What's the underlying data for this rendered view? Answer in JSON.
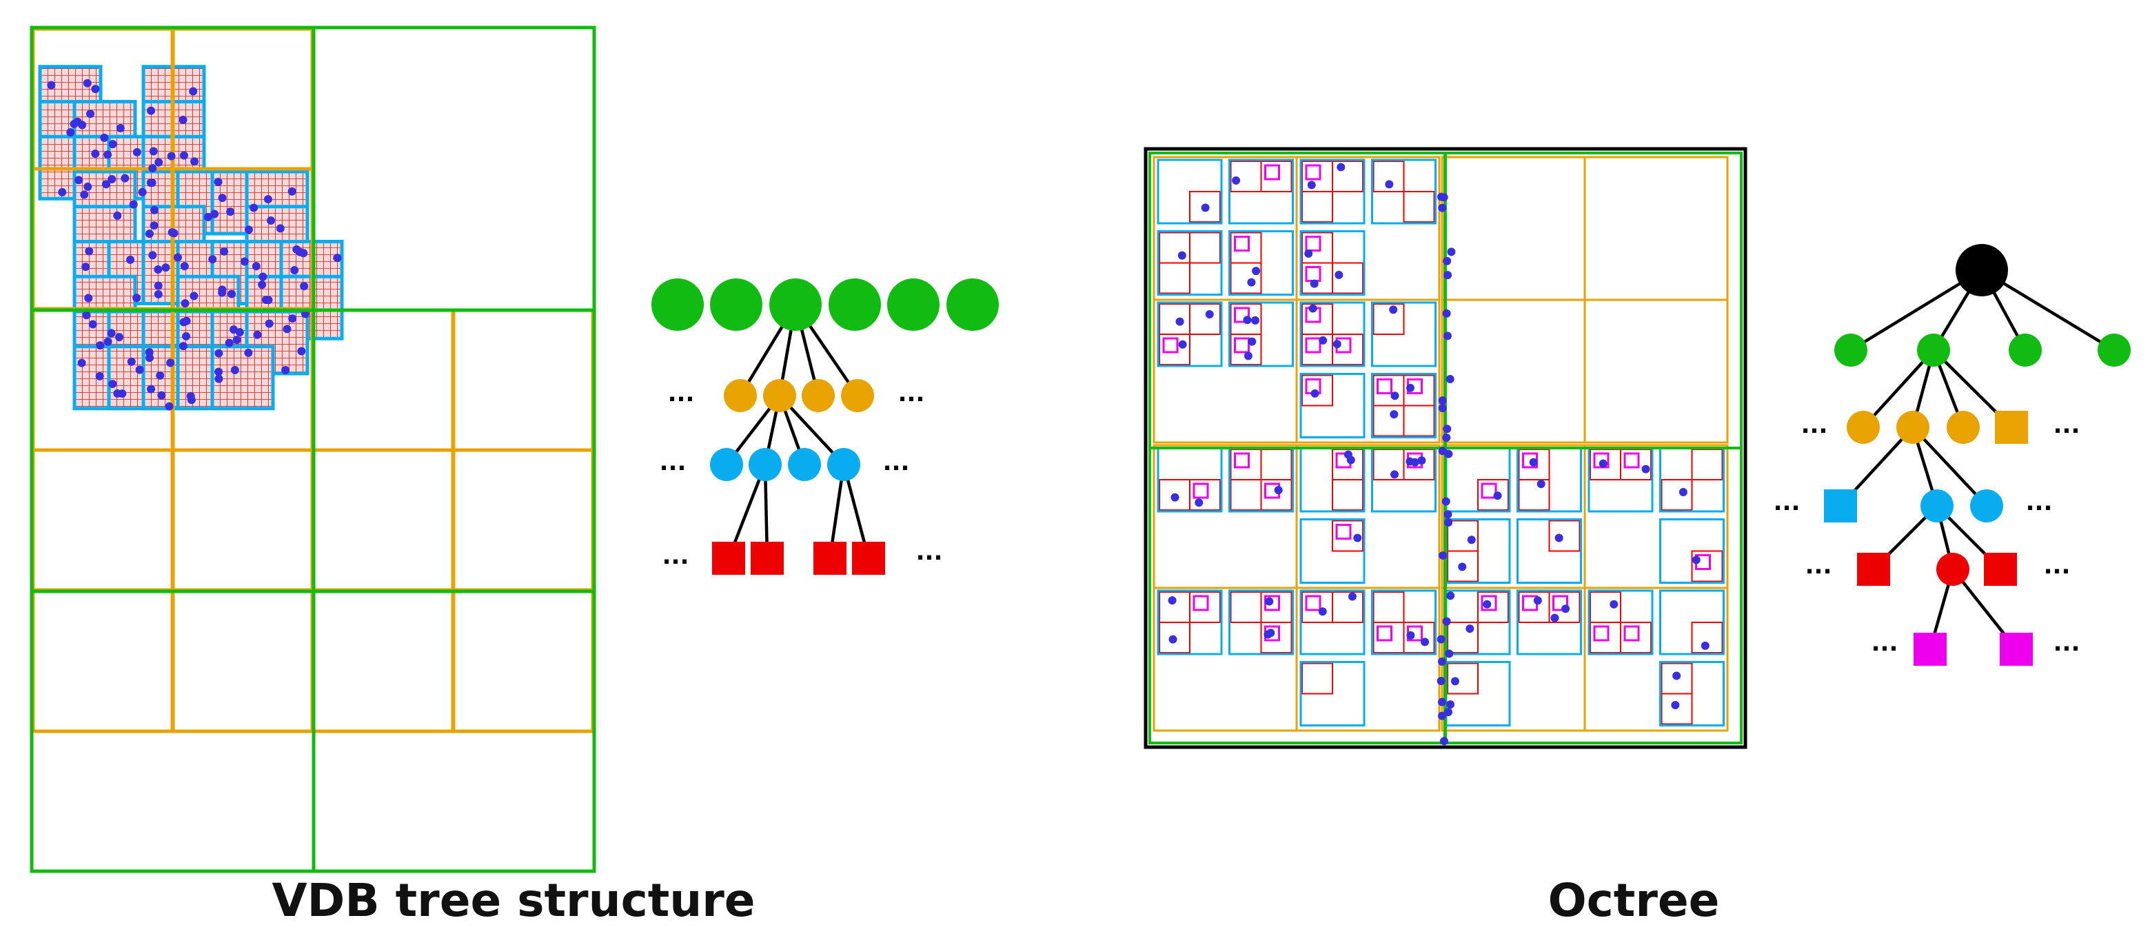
{
  "captions": {
    "vdb": "VDB tree structure",
    "octree": "Octree"
  },
  "ellipsis": "...",
  "colors": {
    "root_node": "#000000",
    "level1": "#11bb11",
    "level2": "#e8a300",
    "level3": "#08acef",
    "leaf": "#ee0000",
    "leaf_sub": "#ee00ee",
    "point": "#3a2fe0",
    "grid_fill": "#f2cccc"
  },
  "vdb_tree": {
    "level1_nodes": 6,
    "level2_children_shown": 4,
    "level3_children_shown": 4,
    "leaf_children_shown": 4
  },
  "octree_tree": {
    "root_nodes": 1,
    "level1_nodes": 4,
    "level2_nodes": 4,
    "level3_nodes": 3,
    "leaf_nodes": 3,
    "leaf_sub_nodes": 2
  }
}
